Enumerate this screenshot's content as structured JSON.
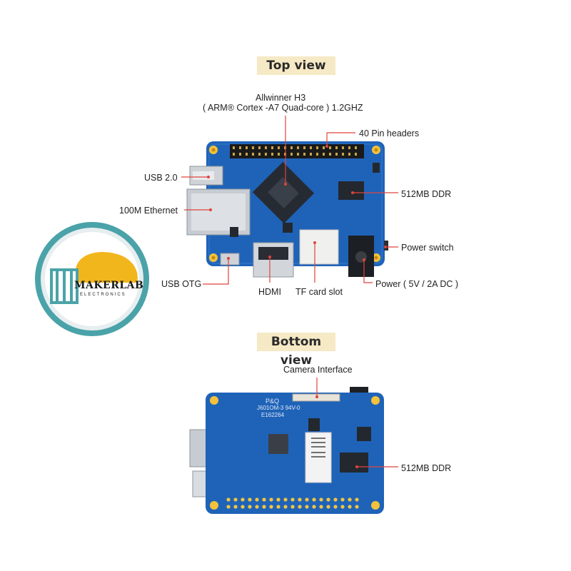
{
  "top_view": {
    "title": "Top view",
    "cpu_label_line1": "Allwinner H3",
    "cpu_label_line2": "( ARM® Cortex -A7 Quad-core ) 1.2GHZ",
    "labels": {
      "pin_headers": "40 Pin headers",
      "usb2": "USB 2.0",
      "ddr": "512MB DDR",
      "ethernet": "100M Ethernet",
      "power_switch": "Power switch",
      "usb_otg": "USB OTG",
      "hdmi": "HDMI",
      "tf_card": "TF card slot",
      "power": "Power ( 5V / 2A DC )"
    }
  },
  "bottom_view": {
    "title": "Bottom view",
    "labels": {
      "camera": "Camera Interface",
      "ddr": "512MB DDR"
    },
    "pcb_text": [
      "P&Q",
      "J601OM-3 94V-0",
      "E162264"
    ]
  },
  "logo": {
    "text": "MAKERLAB",
    "subtext": "ELECTRONICS"
  },
  "colors": {
    "banner_bg": "#f6e9c5",
    "pcb_blue": "#1f63b8",
    "leader_red": "#e0443a",
    "logo_teal": "#4aa3a8",
    "bulb_yellow": "#f2b61d"
  }
}
